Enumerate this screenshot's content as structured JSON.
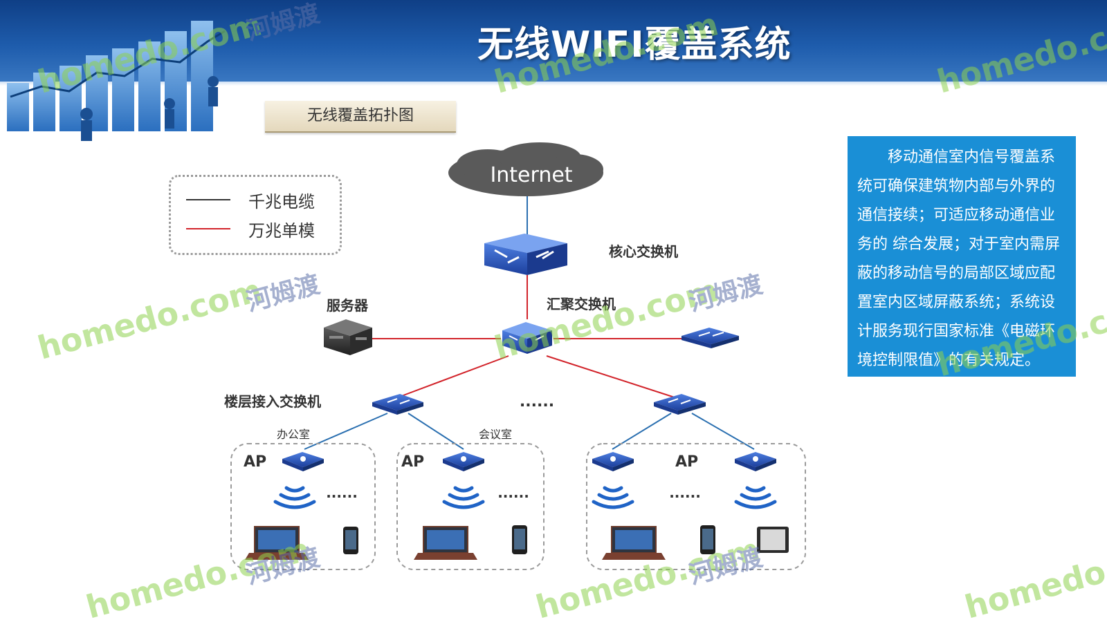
{
  "header": {
    "title": "无线WIFI覆盖系统"
  },
  "subtitle": "无线覆盖拓扑图",
  "legend": {
    "items": [
      {
        "label": "千兆电缆",
        "color": "#333333"
      },
      {
        "label": "万兆单模",
        "color": "#d2232a"
      }
    ]
  },
  "nodes": {
    "internet": "Internet",
    "core_switch": "核心交换机",
    "aggregation_switch": "汇聚交换机",
    "server": "服务器",
    "floor_switch": "楼层接入交换机",
    "ellipsis_switches": "......",
    "room_office": "办公室",
    "room_meeting": "会议室",
    "ap_label": "AP",
    "device_ellipsis": "......"
  },
  "info_text": "移动通信室内信号覆盖系统可确保建筑物内部与外界的通信接续；可适应移动通信业务的 综合发展；对于室内需屏蔽的移动信号的局部区域应配置室内区域屏蔽系统；系统设计服务现行国家标准《电磁环境控制限值》的有关规定。",
  "watermark": {
    "text": "homedo.com",
    "cn": "河姆渡"
  },
  "colors": {
    "header": "#1e5cac",
    "info_bg": "#1a8fd6",
    "gigabit": "#333333",
    "tengig": "#d2232a",
    "access": "#2a6fb0"
  }
}
